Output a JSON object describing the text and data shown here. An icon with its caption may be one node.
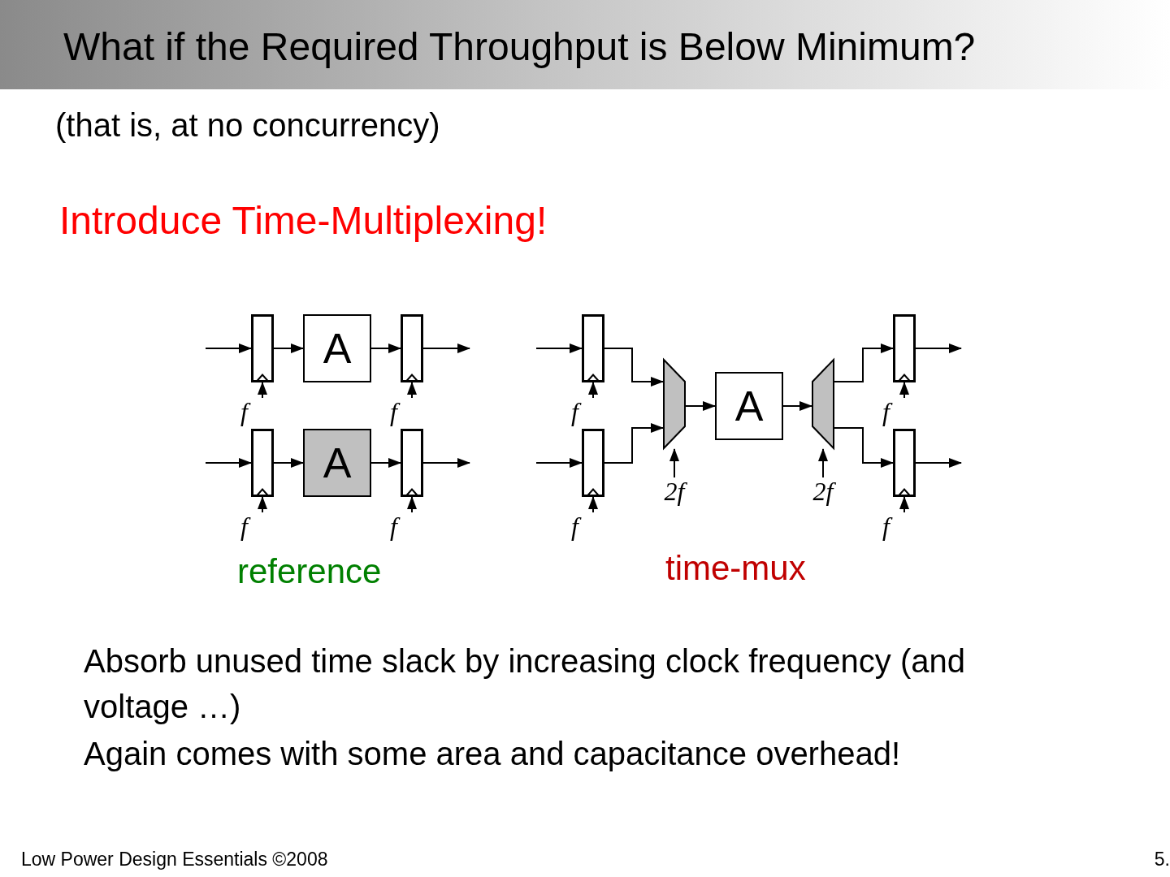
{
  "diagram": {
    "title": "What if the Required Throughput is Below Minimum?",
    "nodes": [
      {
        "text": [],
        "shape": "box"
      },
      {
        "text": [
          "A"
        ]
      },
      {
        "text": [],
        "shape": "box"
      },
      {
        "text": [],
        "shape": "box"
      },
      {
        "text": [
          "A"
        ]
      },
      {
        "text": [],
        "shape": "box"
      },
      {
        "text": [
          "f"
        ]
      },
      {
        "text": [
          "f"
        ]
      },
      {
        "text": [
          "f"
        ]
      },
      {
        "text": [
          "f"
        ]
      },
      {
        "text": [],
        "shape": "box"
      },
      {
        "text": [],
        "shape": "box"
      },
      {
        "text": [],
        "shape": "trapezoid"
      },
      {
        "text": [
          "A"
        ]
      },
      {
        "text": [],
        "shape": "trapezoid"
      },
      {
        "text": [],
        "shape": "box"
      },
      {
        "text": [],
        "shape": "box"
      },
      {
        "text": [
          "f"
        ]
      },
      {
        "text": [
          "f"
        ]
      },
      {
        "text": [
          "2f"
        ]
      },
      {
        "text": [
          "2f"
        ]
      },
      {
        "text": [
          "f"
        ]
      },
      {
        "text": [
          "f"
        ]
      }
    ],
    "edges": [
      {
        "from": null,
        "to": 0,
        "arrow": "to"
      },
      {
        "from": 0,
        "to": 1,
        "arrow": "to"
      },
      {
        "from": 1,
        "to": 2,
        "arrow": "to"
      },
      {
        "from": 2,
        "to": null,
        "arrow": "to"
      },
      {
        "from": null,
        "to": 3,
        "arrow": "to"
      },
      {
        "from": 3,
        "to": 4,
        "arrow": "to"
      },
      {
        "from": 4,
        "to": 5,
        "arrow": "to"
      },
      {
        "from": 5,
        "to": null,
        "arrow": "to"
      },
      {
        "from": 6,
        "to": 0,
        "arrow": "to"
      },
      {
        "from": 7,
        "to": 2,
        "arrow": "to"
      },
      {
        "from": 8,
        "to": 3,
        "arrow": "to"
      },
      {
        "from": 9,
        "to": 5,
        "arrow": "to"
      },
      {
        "from": null,
        "to": 10,
        "arrow": "to"
      },
      {
        "from": null,
        "to": 11,
        "arrow": "to"
      },
      {
        "from": 10,
        "to": 12,
        "arrow": "to"
      },
      {
        "from": 11,
        "to": 12,
        "arrow": "to"
      },
      {
        "from": 12,
        "to": 13,
        "arrow": "to"
      },
      {
        "from": 13,
        "to": 14,
        "arrow": "to"
      },
      {
        "from": 14,
        "to": 15,
        "arrow": "to"
      },
      {
        "from": 14,
        "to": 16,
        "arrow": "to"
      },
      {
        "from": 15,
        "to": null,
        "arrow": "to"
      },
      {
        "from": 16,
        "to": null,
        "arrow": "to"
      },
      {
        "from": 17,
        "to": 10,
        "arrow": "to"
      },
      {
        "from": 18,
        "to": 11,
        "arrow": "to"
      },
      {
        "from": 19,
        "to": 12,
        "arrow": "to"
      },
      {
        "from": 20,
        "to": 14,
        "arrow": "to"
      },
      {
        "from": 21,
        "to": 15,
        "arrow": "to"
      },
      {
        "from": 22,
        "to": 16,
        "arrow": "to"
      }
    ],
    "labels": [
      "(that is, at no concurrency)",
      "Introduce Time-Multiplexing!",
      "reference",
      "time-mux",
      "Absorb unused time slack by increasing clock frequency (and voltage …)",
      "Again comes with some area and capacitance overhead!",
      "Low Power Design Essentials ©2008",
      "5."
    ]
  }
}
